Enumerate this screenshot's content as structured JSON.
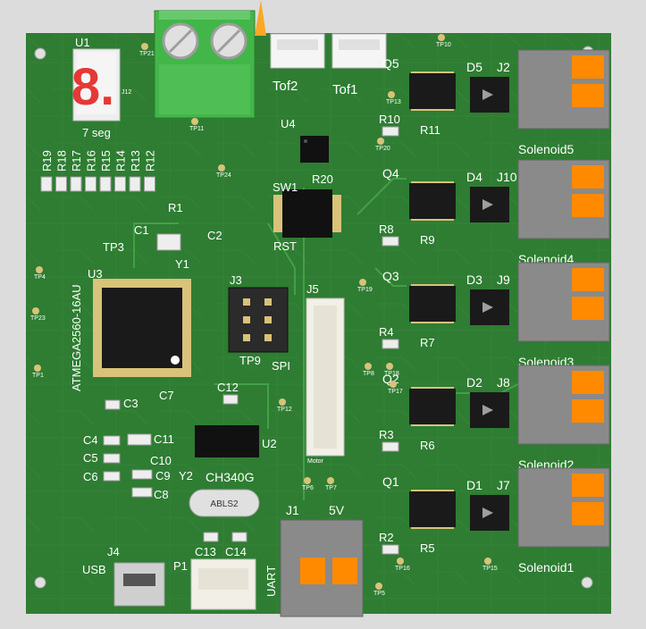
{
  "board": {
    "colors": {
      "pcb": "#2e7d32",
      "pcb_dark": "#1f5e23",
      "trace": "#43a047",
      "silk": "#ffffff",
      "pad": "#d9c27a",
      "seg": "#e53935",
      "connector": "#8a8a8a",
      "clamp": "#ff8a00",
      "terminal": "#4caf50"
    },
    "refdes": {
      "U1": "U1",
      "seg_caption": "7 seg",
      "U3": "U3",
      "mcu_name": "ATMEGA2560-16AU",
      "TP3": "TP3",
      "C1": "C1",
      "C2": "C2",
      "R1": "R1",
      "Y1": "Y1",
      "C3": "C3",
      "C4": "C4",
      "C5": "C5",
      "C6": "C6",
      "C7": "C7",
      "C8": "C8",
      "C9": "C9",
      "C10": "C10",
      "C11": "C11",
      "C12": "C12",
      "C13": "C13",
      "C14": "C14",
      "Y2": "Y2",
      "U2": "U2",
      "U2_name": "CH340G",
      "crystal_marking": "ABLS2",
      "J1": "J1",
      "J1_value": "5V",
      "J3": "J3",
      "TP9": "TP9",
      "SPI": "SPI",
      "J4": "J4",
      "USB": "USB",
      "P1": "P1",
      "UART": "UART",
      "J5": "J5",
      "motor": "Motor",
      "J12": "J12",
      "U4": "U4",
      "SW1": "SW1",
      "RST": "RST",
      "R20": "R20",
      "tof1": "Tof1",
      "tof2": "Tof2",
      "q5": "Q5",
      "q4": "Q4",
      "q3": "Q3",
      "q2": "Q2",
      "q1": "Q1",
      "d5": "D5",
      "d4": "D4",
      "d3": "D3",
      "d2": "D2",
      "d1": "D1",
      "j2": "J2",
      "j10": "J10",
      "j9": "J9",
      "j8": "J8",
      "j7": "J7",
      "r10": "R10",
      "r11": "R11",
      "r8": "R8",
      "r9": "R9",
      "r4": "R4",
      "r7": "R7",
      "r3": "R3",
      "r6": "R6",
      "r2": "R2",
      "r5": "R5",
      "sol5": "Solenoid5",
      "sol4": "Solenoid4",
      "sol3": "Solenoid3",
      "sol2": "Solenoid2",
      "sol1": "Solenoid1",
      "r_array": [
        "R19",
        "R18",
        "R17",
        "R16",
        "R15",
        "R14",
        "R13",
        "R12"
      ],
      "tp": {
        "TP1": "TP1",
        "TP4": "TP4",
        "TP23": "TP23",
        "TP21": "TP21",
        "TP11": "TP11",
        "TP24": "TP24",
        "TP10": "TP10",
        "TP13": "TP13",
        "TP20": "TP20",
        "TP19": "TP19",
        "TP18": "TP18",
        "TP8": "TP8",
        "TP17": "TP17",
        "TP12": "TP12",
        "TP6": "TP6",
        "TP7": "TP7",
        "TP16": "TP16",
        "TP15": "TP15",
        "TP5": "TP5"
      }
    },
    "seven_seg_digit": "8."
  }
}
